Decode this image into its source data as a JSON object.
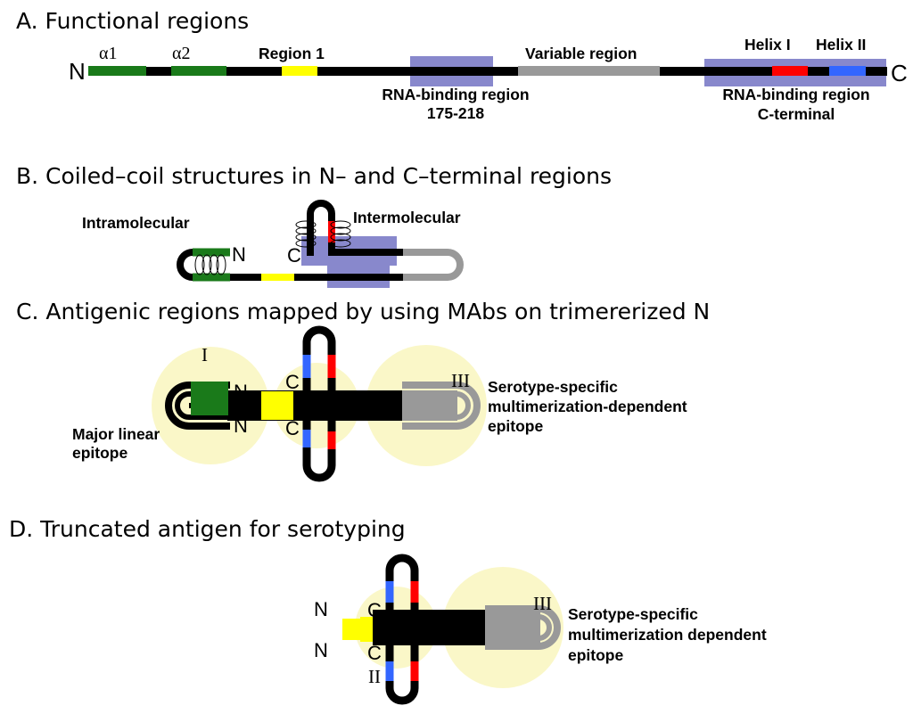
{
  "colors": {
    "backbone": "#000000",
    "alpha_helix": "#1a7a1a",
    "region1": "#ffff00",
    "rna_binding": "#8888cc",
    "variable": "#999999",
    "helix1": "#ff0000",
    "helix2": "#3366ff",
    "epitope_halo": "#faf7c8"
  },
  "sectionA": {
    "title": "A. Functional regions",
    "n_terminus": "N",
    "c_terminus": "C",
    "alpha1": "α1",
    "alpha2": "α2",
    "region1": "Region 1",
    "variable_region": "Variable region",
    "helix1": "Helix I",
    "helix2": "Helix II",
    "rna_binding_mid_line1": "RNA-binding region",
    "rna_binding_mid_line2": "175-218",
    "rna_binding_c_line1": "RNA-binding region",
    "rna_binding_c_line2": "C-terminal"
  },
  "sectionB": {
    "title": "B. Coiled–coil structures in N– and C–terminal regions",
    "intramolecular": "Intramolecular",
    "intermolecular": "Intermolecular",
    "n_label": "N",
    "c_label": "C"
  },
  "sectionC": {
    "title": "C. Antigenic regions mapped by using MAbs on trimererized N",
    "epitope_I": "I",
    "epitope_III": "III",
    "n_label_top": "N",
    "n_label_bottom": "N",
    "c_label_top": "C",
    "c_label_bottom": "C",
    "major_linear_line1": "Major linear",
    "major_linear_line2": "epitope",
    "serotype_line1": "Serotype-specific",
    "serotype_line2": "multimerization-dependent",
    "serotype_line3": "epitope"
  },
  "sectionD": {
    "title": "D. Truncated antigen for serotyping",
    "epitope_II": "II",
    "epitope_III": "III",
    "n_label_top": "N",
    "n_label_bottom": "N",
    "c_label_top": "C",
    "c_label_bottom": "C",
    "serotype_line1": "Serotype-specific",
    "serotype_line2": "multimerization dependent",
    "serotype_line3": "epitope"
  }
}
